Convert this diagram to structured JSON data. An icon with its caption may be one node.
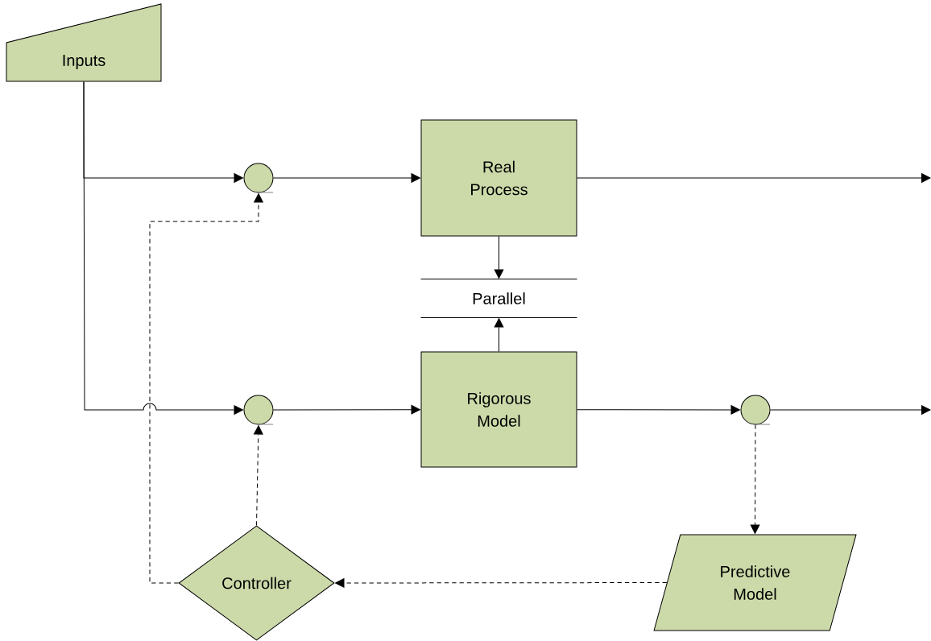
{
  "diagram": {
    "nodes": [
      {
        "text": [
          "Inputs"
        ]
      },
      {
        "text": [],
        "shape": "circle"
      },
      {
        "text": [
          "Real Process"
        ]
      },
      {
        "text": [
          "Parallel"
        ]
      },
      {
        "text": [],
        "shape": "circle"
      },
      {
        "text": [
          "Rigorous Model"
        ]
      },
      {
        "text": [],
        "shape": "circle"
      },
      {
        "text": [
          "Controller"
        ]
      },
      {
        "text": [
          "Predictive Model"
        ]
      }
    ],
    "edges": [
      {
        "from": 0,
        "to": 1,
        "arrow": "to"
      },
      {
        "from": 0,
        "to": 4,
        "arrow": "to"
      },
      {
        "from": 1,
        "to": 2,
        "arrow": "to"
      },
      {
        "from": 2,
        "to": null,
        "arrow": "to"
      },
      {
        "from": 2,
        "to": 3,
        "arrow": "to"
      },
      {
        "from": 5,
        "to": 3,
        "arrow": "to"
      },
      {
        "from": 4,
        "to": 5,
        "arrow": "to"
      },
      {
        "from": 5,
        "to": 6,
        "arrow": "to"
      },
      {
        "from": 6,
        "to": null,
        "arrow": "to"
      },
      {
        "from": 6,
        "to": 8,
        "arrow": "to",
        "style": "dashed"
      },
      {
        "from": 8,
        "to": 7,
        "arrow": "to",
        "style": "dashed"
      },
      {
        "from": 7,
        "to": 4,
        "arrow": "to",
        "style": "dashed"
      },
      {
        "from": 7,
        "to": 1,
        "arrow": "to",
        "style": "dashed"
      }
    ]
  }
}
